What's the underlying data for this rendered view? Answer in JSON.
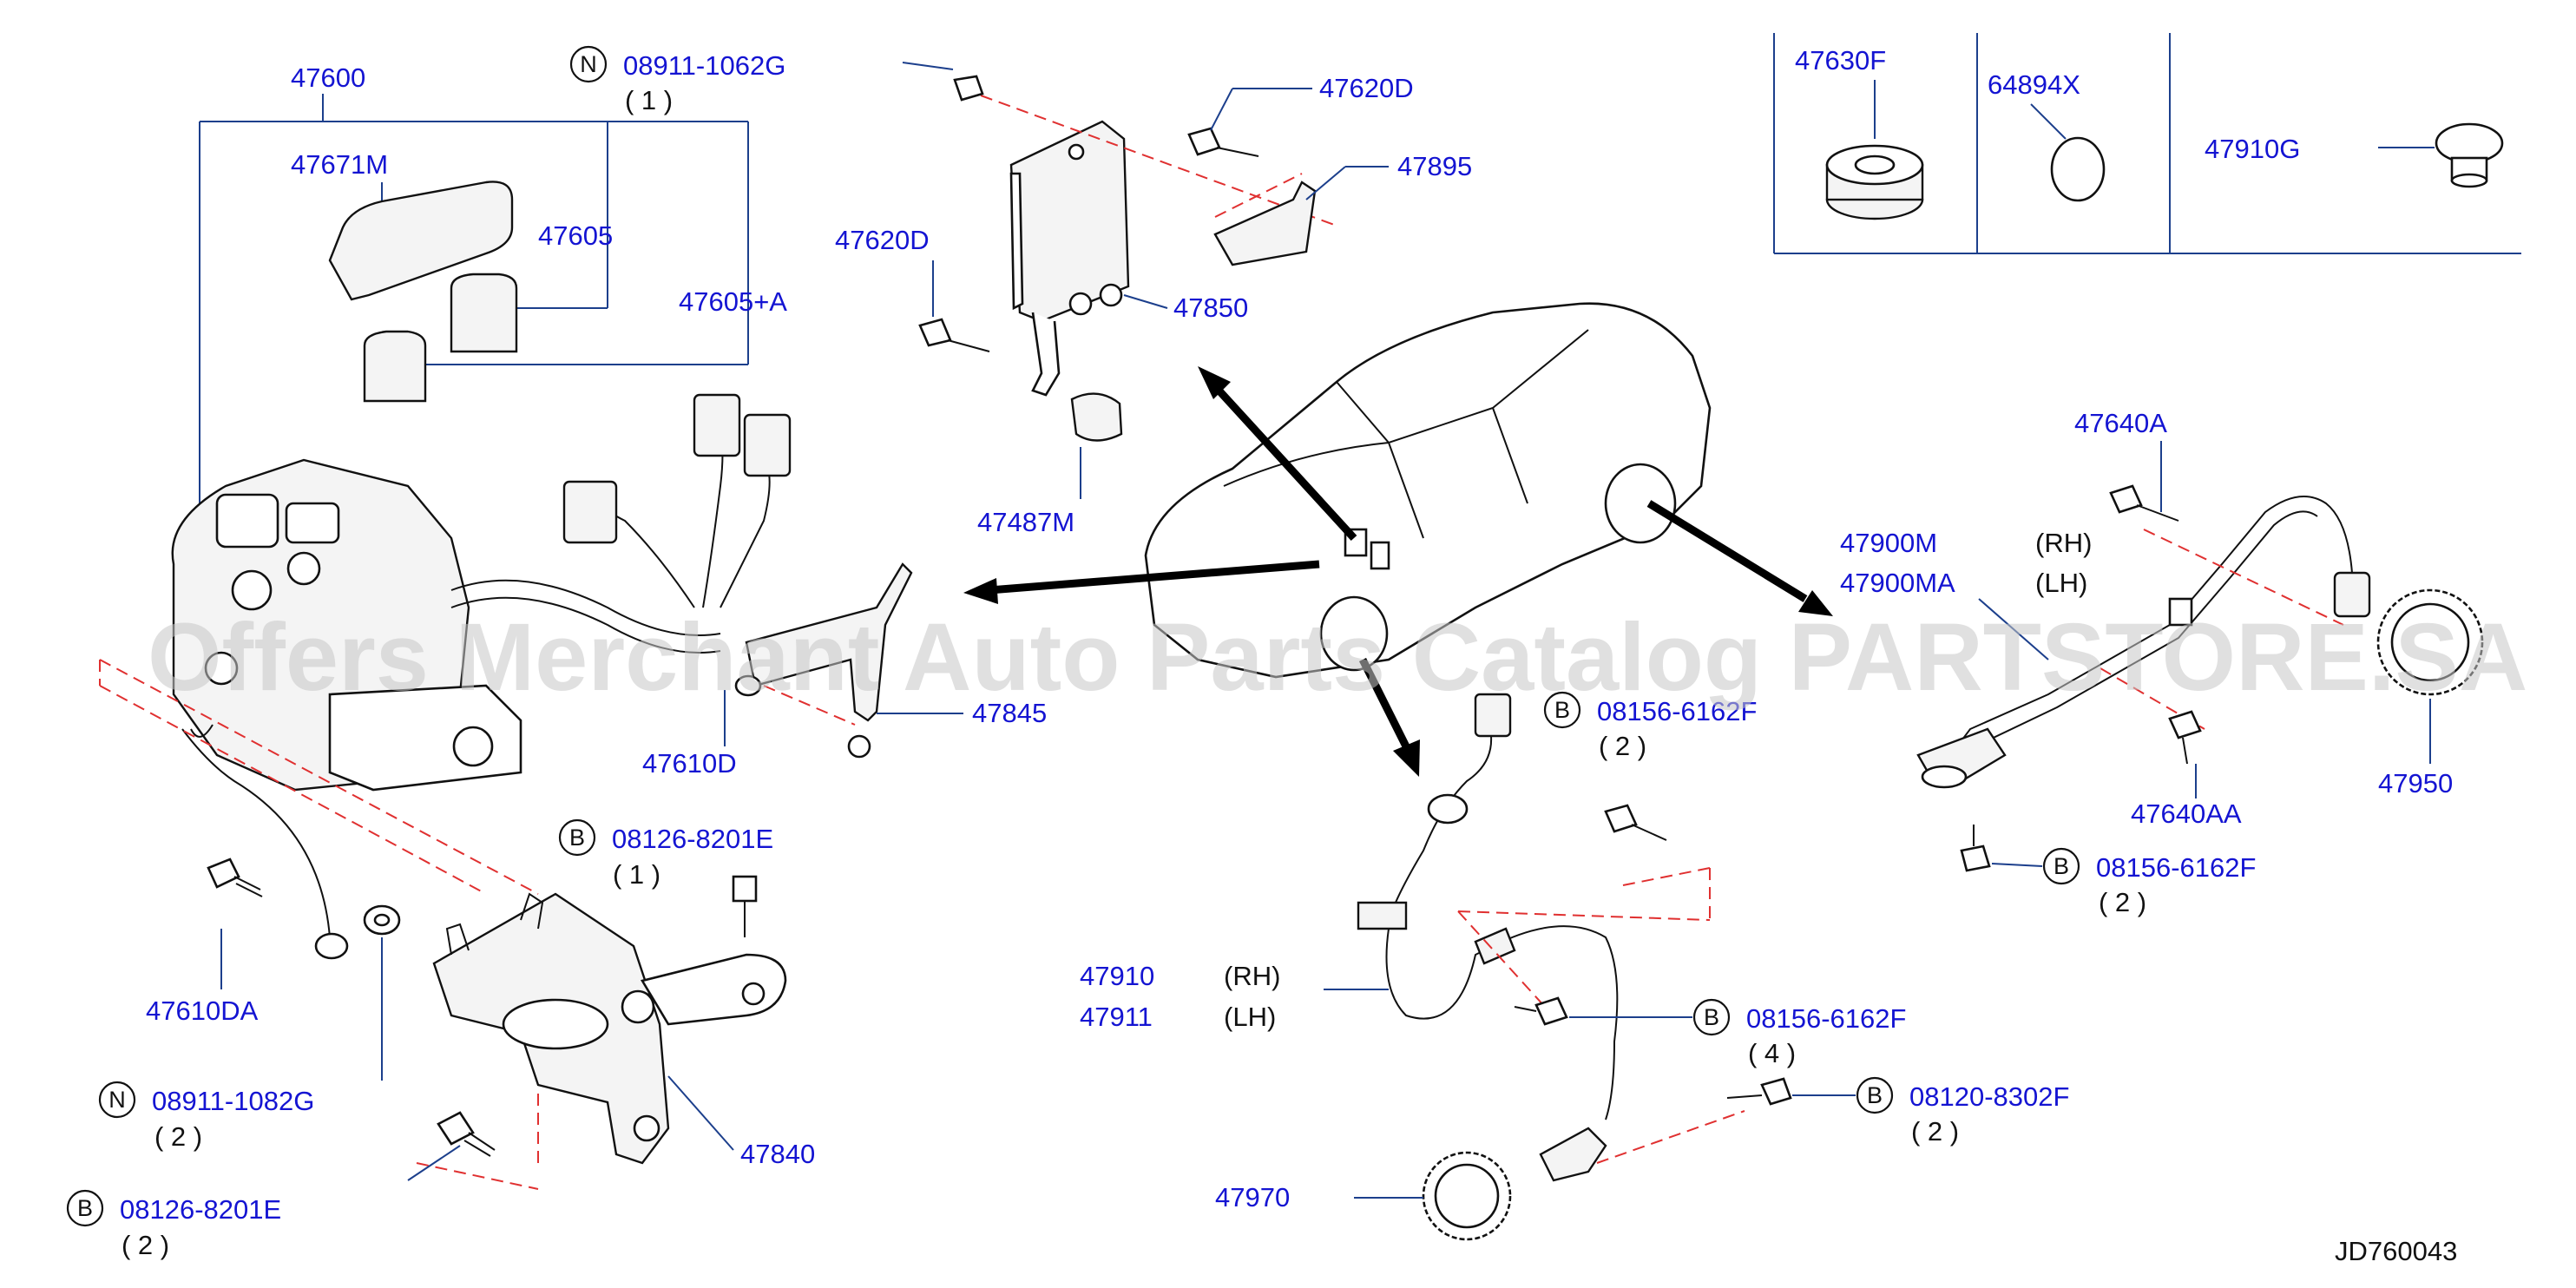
{
  "diagram_id": "JD760043",
  "watermark": "Offers Merchant Auto Parts Catalog PARTSTORE.SA",
  "parts": {
    "p47600": "47600",
    "p47671M": "47671M",
    "p47605": "47605",
    "p47605A": "47605+A",
    "p08911_1062G": "08911-1062G",
    "p47620D_top": "47620D",
    "p47895": "47895",
    "p47620D_left": "47620D",
    "p47850": "47850",
    "p47487M": "47487M",
    "p47630F": "47630F",
    "p64894X": "64894X",
    "p47910G": "47910G",
    "p47640A": "47640A",
    "p47900M": "47900M",
    "p47900MA": "47900MA",
    "p47640AA": "47640AA",
    "p47950": "47950",
    "p08156_6162F_a": "08156-6162F",
    "p08156_6162F_b": "08156-6162F",
    "p08156_6162F_c": "08156-6162F",
    "p47845": "47845",
    "p47610D": "47610D",
    "p08126_8201E_a": "08126-8201E",
    "p08126_8201E_b": "08126-8201E",
    "p47610DA": "47610DA",
    "p08911_1082G": "08911-1082G",
    "p47840": "47840",
    "p47910": "47910",
    "p47911": "47911",
    "p08120_8302F": "08120-8302F",
    "p47970": "47970"
  },
  "prefixes": {
    "N": "N",
    "B": "B"
  },
  "sides": {
    "rh": "(RH)",
    "lh": "(LH)"
  },
  "quantities": {
    "q1": "( 1 )",
    "q2": "( 2 )",
    "q4": "( 4 )"
  }
}
